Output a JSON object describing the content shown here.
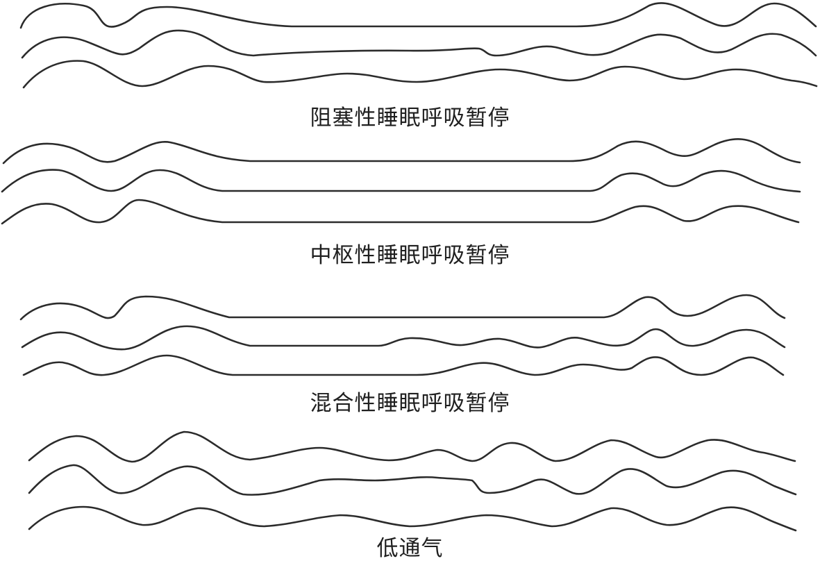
{
  "panels": [
    {
      "id": "obstructive",
      "caption": "阻塞性睡眠呼吸暂停"
    },
    {
      "id": "central",
      "caption": "中枢性睡眠呼吸暂停"
    },
    {
      "id": "mixed",
      "caption": "混合性睡眠呼吸暂停"
    },
    {
      "id": "hypopnea",
      "caption": "低通气"
    }
  ]
}
